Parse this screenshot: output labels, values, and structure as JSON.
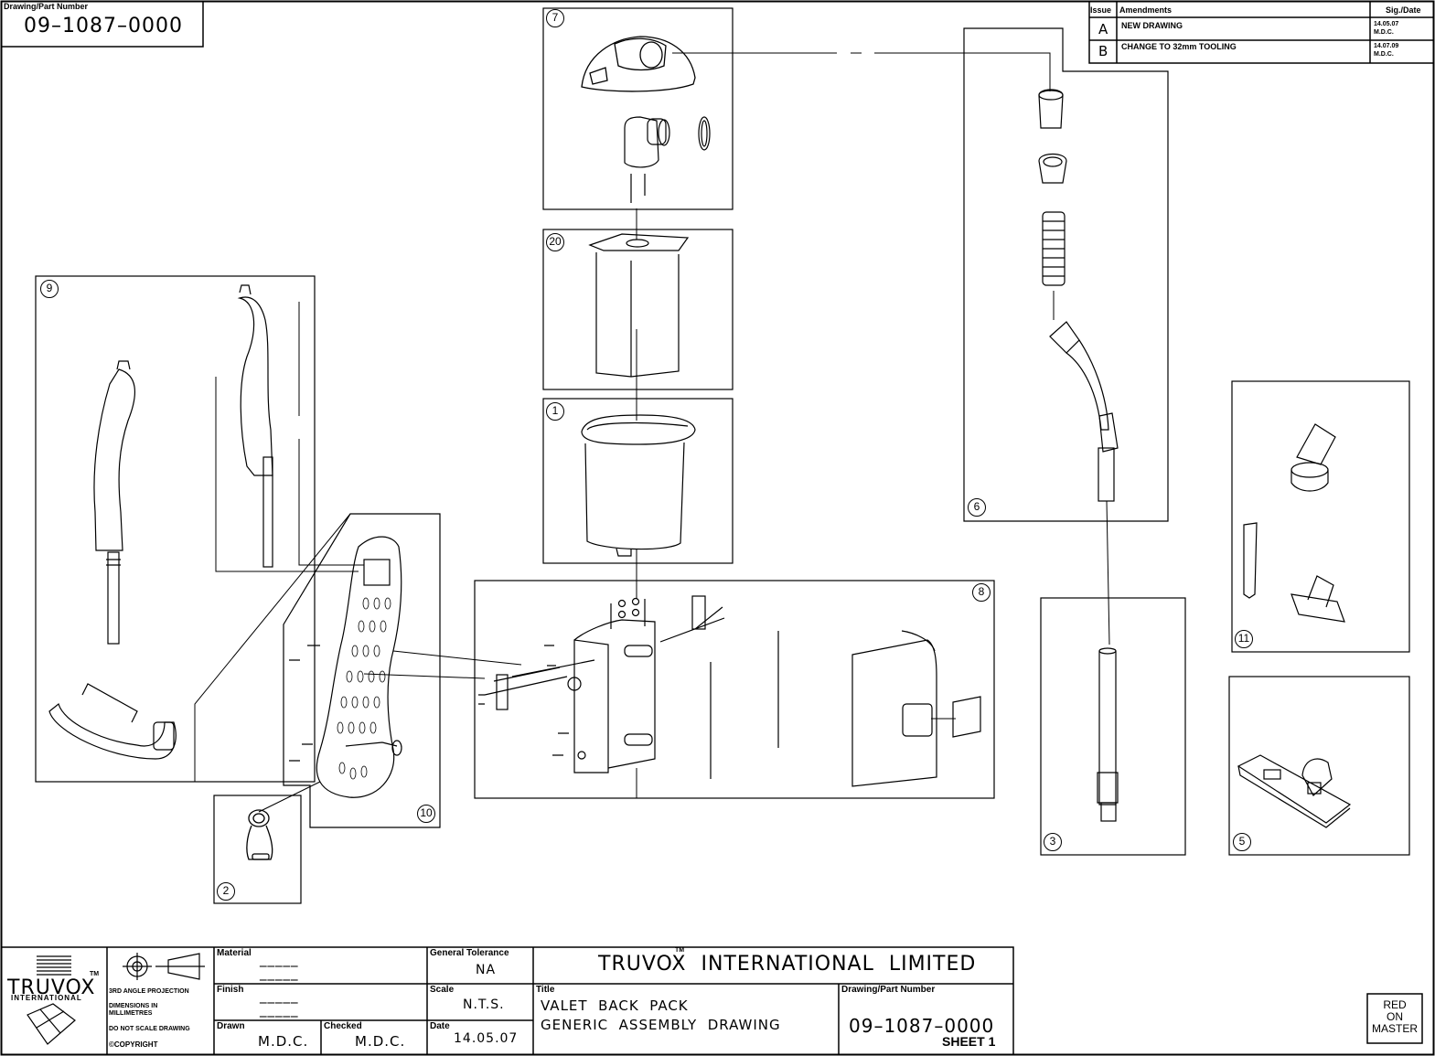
{
  "drawing_number_box": {
    "label": "Drawing/Part Number",
    "value": "09–1087–0000"
  },
  "revision_table": {
    "headers": {
      "issue": "Issue",
      "amendments": "Amendments",
      "sig_date": "Sig./Date"
    },
    "rows": [
      {
        "issue": "A",
        "amendment": "NEW DRAWING",
        "date": "14.05.07",
        "sig": "M.D.C."
      },
      {
        "issue": "B",
        "amendment": "CHANGE TO 32mm TOOLING",
        "date": "14.07.09",
        "sig": "M.D.C."
      }
    ]
  },
  "callouts": [
    "7",
    "20",
    "1",
    "8",
    "9",
    "10",
    "2",
    "6",
    "3",
    "11",
    "5"
  ],
  "title_block": {
    "logo_text": "TRUVOX",
    "logo_sub": "INTERNATIONAL",
    "logo_tm": "TM",
    "projection": "3RD ANGLE PROJECTION",
    "dimensions": "DIMENSIONS IN MILLIMETRES",
    "do_not_scale": "DO NOT SCALE DRAWING",
    "copyright": "©COPYRIGHT",
    "material_label": "Material",
    "material_value": "_____",
    "material_value2": "_____",
    "finish_label": "Finish",
    "finish_value": "_____",
    "finish_value2": "_____",
    "drawn_label": "Drawn",
    "drawn_value": "M.D.C.",
    "checked_label": "Checked",
    "checked_value": "M.D.C.",
    "tolerance_label": "General Tolerance",
    "tolerance_value": "NA",
    "scale_label": "Scale",
    "scale_value": "N.T.S.",
    "date_label": "Date",
    "date_value": "14.05.07",
    "company": "TRUVOX  INTERNATIONAL  LIMITED",
    "company_tm": "TM",
    "title_label": "Title",
    "title_line1": "VALET  BACK  PACK",
    "title_line2": "GENERIC  ASSEMBLY  DRAWING",
    "number_label": "Drawing/Part Number",
    "number_value": "09–1087–0000",
    "sheet": "SHEET 1",
    "stamp": [
      "RED",
      "ON",
      "MASTER"
    ]
  }
}
